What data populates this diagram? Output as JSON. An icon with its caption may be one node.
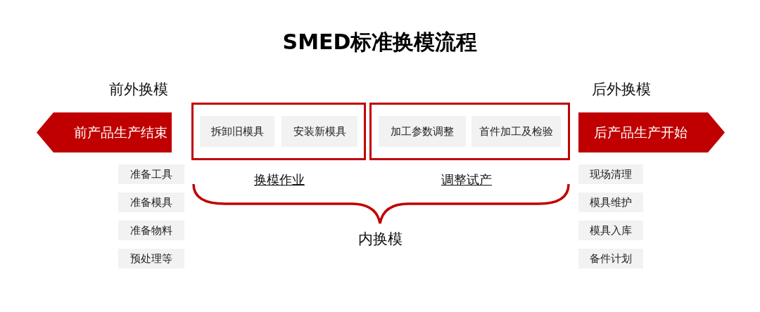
{
  "diagram": {
    "title": "SMED标准换模流程",
    "nodes": [
      {
        "text": [
          "前产品生产结束"
        ]
      },
      {
        "text": [
          "换模作业"
        ]
      },
      {
        "text": [
          "拆卸旧模具"
        ],
        "in": 1
      },
      {
        "text": [
          "安装新模具"
        ],
        "in": 1
      },
      {
        "text": [
          "调整试产"
        ]
      },
      {
        "text": [
          "加工参数调整"
        ],
        "in": 4
      },
      {
        "text": [
          "首件加工及检验"
        ],
        "in": 4
      },
      {
        "text": [
          "后产品生产开始"
        ]
      },
      {
        "text": [
          "准备工具"
        ]
      },
      {
        "text": [
          "准备模具"
        ]
      },
      {
        "text": [
          "准备物料"
        ]
      },
      {
        "text": [
          "预处理等"
        ]
      },
      {
        "text": [
          "现场清理"
        ]
      },
      {
        "text": [
          "模具维护"
        ]
      },
      {
        "text": [
          "模具入库"
        ]
      },
      {
        "text": [
          "备件计划"
        ]
      }
    ],
    "labels": [
      "前外换模",
      "后外换模",
      "内换模"
    ]
  }
}
